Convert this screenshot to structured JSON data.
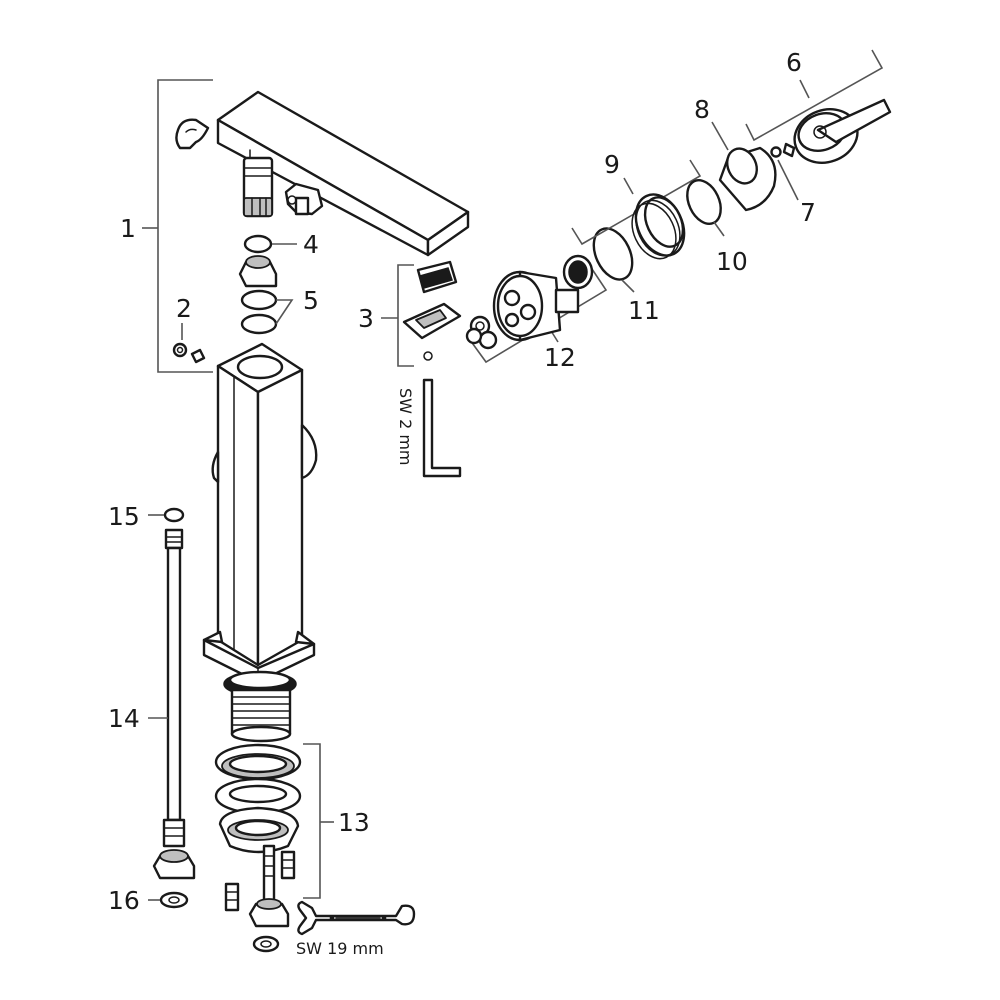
{
  "callouts": {
    "c1": "1",
    "c2": "2",
    "c3": "3",
    "c4": "4",
    "c5": "5",
    "c6": "6",
    "c7": "7",
    "c8": "8",
    "c9": "9",
    "c10": "10",
    "c11": "11",
    "c12": "12",
    "c13": "13",
    "c14": "14",
    "c15": "15",
    "c16": "16"
  },
  "tools": {
    "hex_key": "SW 2 mm",
    "wrench": "SW 19 mm"
  },
  "colors": {
    "ink": "#1a1a1a",
    "part_shade": "#bfbfbf",
    "background": "#ffffff"
  }
}
